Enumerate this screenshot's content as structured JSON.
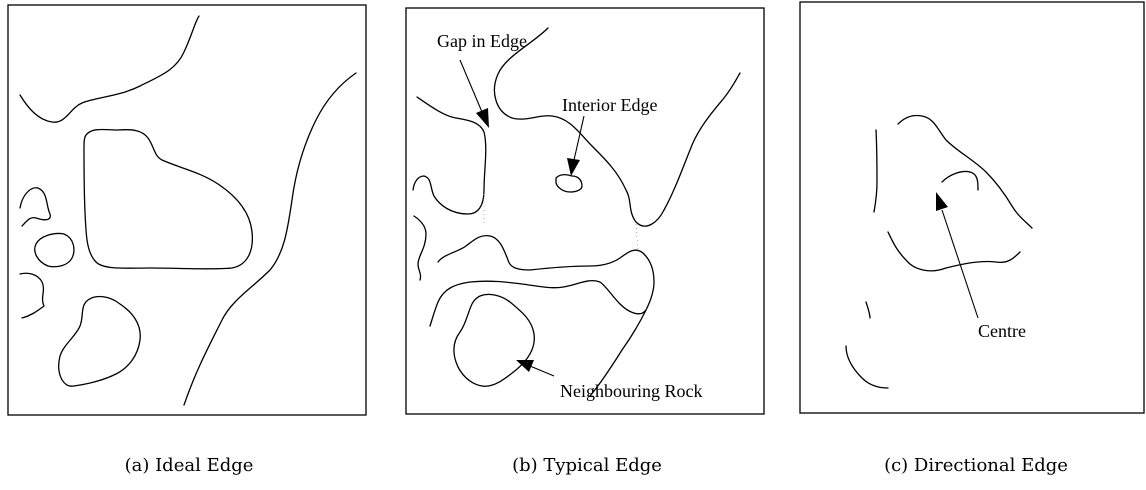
{
  "panels": [
    {
      "caption": "(a) Ideal Edge"
    },
    {
      "caption": "(b) Typical Edge",
      "annotations": {
        "gap": "Gap in Edge",
        "interior": "Interior Edge",
        "neighbour": "Neighbouring Rock"
      }
    },
    {
      "caption": "(c) Directional Edge",
      "annotations": {
        "centre": "Centre"
      }
    }
  ]
}
